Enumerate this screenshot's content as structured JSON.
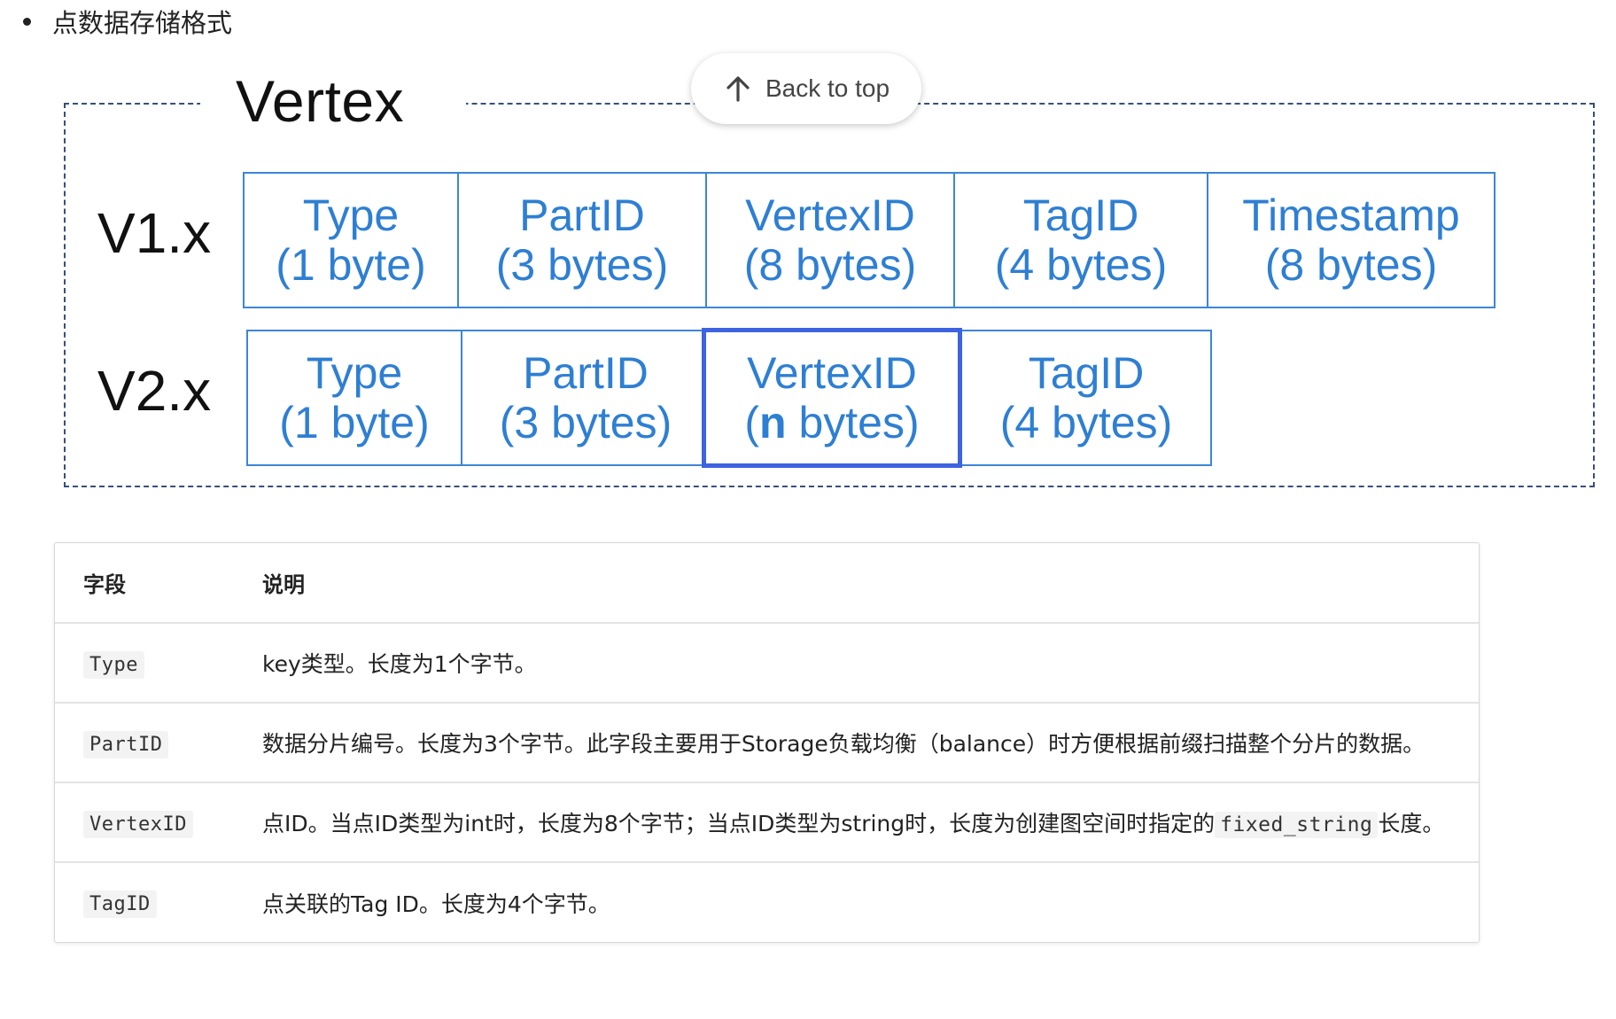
{
  "heading": "点数据存储格式",
  "back_to_top": {
    "label": "Back to top",
    "icon": "arrow-up-icon"
  },
  "diagram": {
    "title": "Vertex",
    "rows": [
      {
        "label": "V1.x",
        "cells": [
          {
            "name": "Type",
            "size": "(1 byte)"
          },
          {
            "name": "PartID",
            "size": "(3 bytes)"
          },
          {
            "name": "VertexID",
            "size": "(8 bytes)"
          },
          {
            "name": "TagID",
            "size": "(4 bytes)"
          },
          {
            "name": "Timestamp",
            "size": "(8 bytes)"
          }
        ]
      },
      {
        "label": "V2.x",
        "cells": [
          {
            "name": "Type",
            "size": "(1 byte)"
          },
          {
            "name": "PartID",
            "size": "(3 bytes)"
          },
          {
            "name": "VertexID",
            "size_open": "(",
            "size_bold": "n",
            "size_rest": " bytes)"
          },
          {
            "name": "TagID",
            "size": "(4 bytes)"
          }
        ]
      }
    ],
    "colors": {
      "cell_border": "#3c86d6",
      "cell_text": "#2e7fd3",
      "highlight_border": "#3d63e0",
      "frame": "#36507a"
    }
  },
  "table": {
    "headers": [
      "字段",
      "说明"
    ],
    "rows": [
      {
        "field": "Type",
        "desc": "key类型。长度为1个字节。"
      },
      {
        "field": "PartID",
        "desc": "数据分片编号。长度为3个字节。此字段主要用于Storage负载均衡（balance）时方便根据前缀扫描整个分片的数据。"
      },
      {
        "field": "VertexID",
        "desc_before": "点ID。当点ID类型为int时，长度为8个字节；当点ID类型为string时，长度为创建图空间时指定的",
        "desc_code": "fixed_string",
        "desc_after": "长度。"
      },
      {
        "field": "TagID",
        "desc": "点关联的Tag ID。长度为4个字节。"
      }
    ]
  }
}
